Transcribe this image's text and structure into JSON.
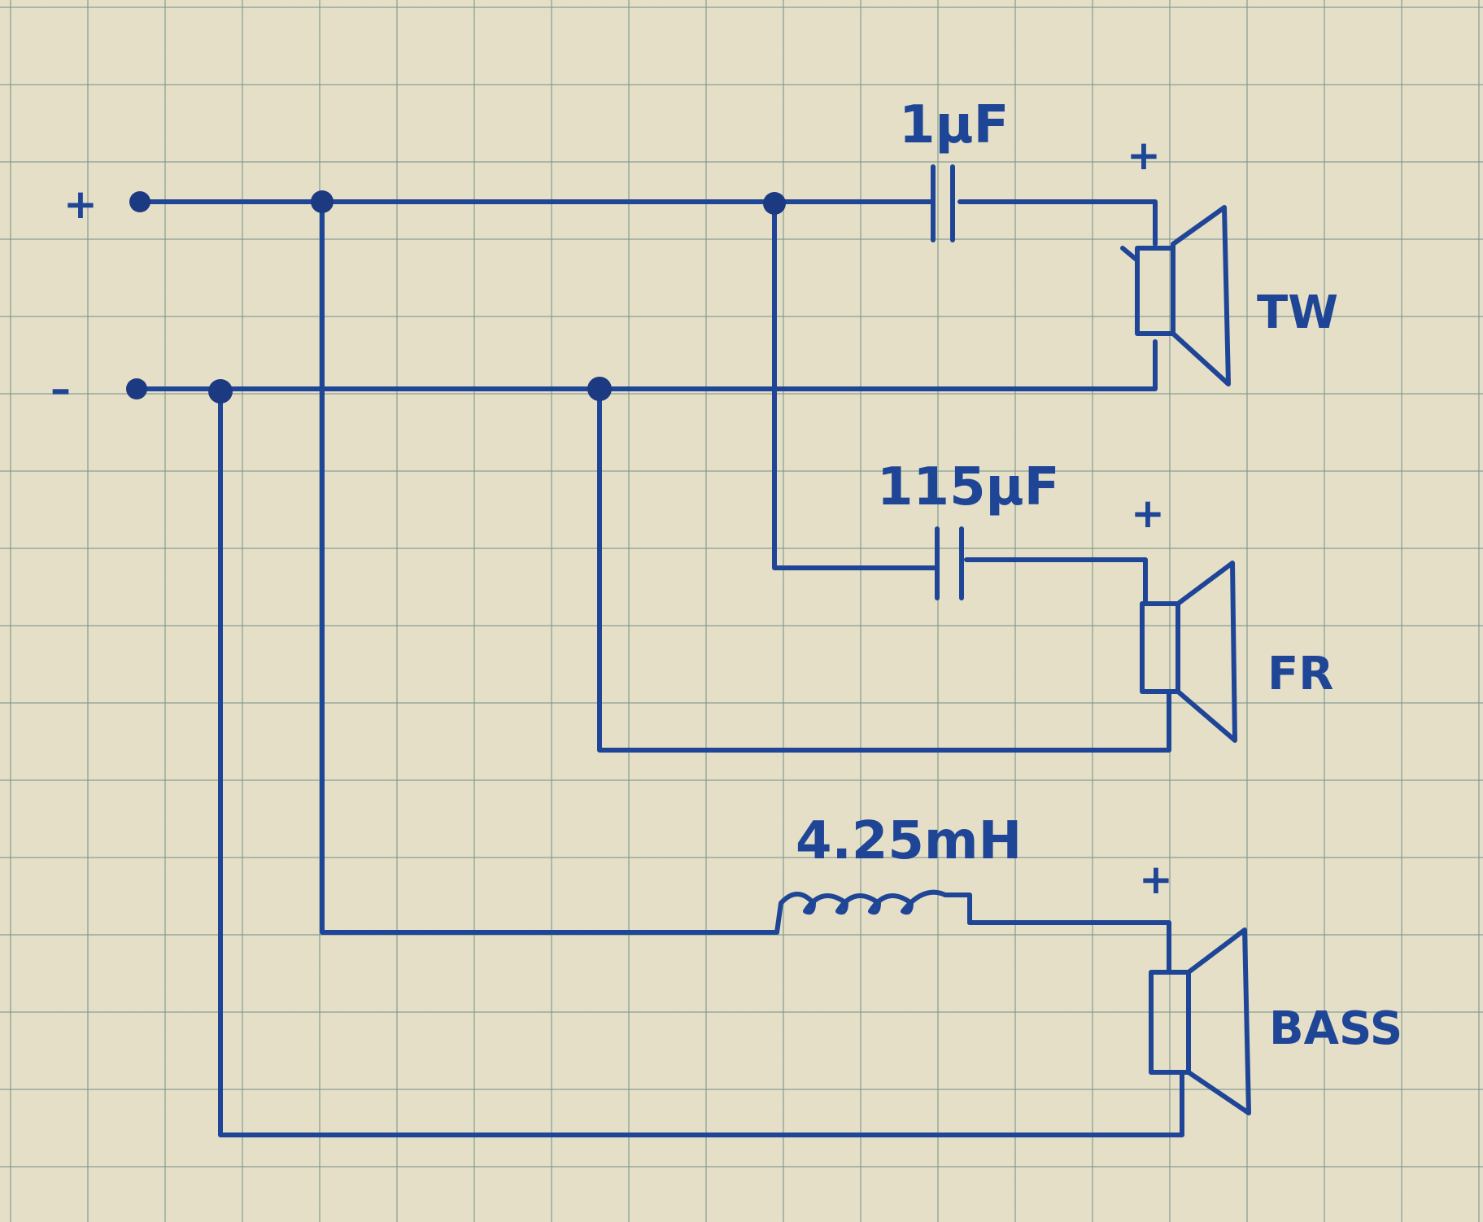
{
  "terminals": {
    "plus": "+",
    "minus": "–"
  },
  "components": {
    "tweeter_capacitor": "1μF",
    "fullrange_capacitor": "115μF",
    "bass_inductor": "4.25mH"
  },
  "speakers": {
    "tweeter": {
      "label": "TW",
      "polarity": "+"
    },
    "fullrange": {
      "label": "FR",
      "polarity": "+"
    },
    "bass": {
      "label": "BASS",
      "polarity": "+"
    }
  },
  "colors": {
    "ink": "#1f4696",
    "paper": "#e6dfc8",
    "grid": "#7896 8c"
  }
}
